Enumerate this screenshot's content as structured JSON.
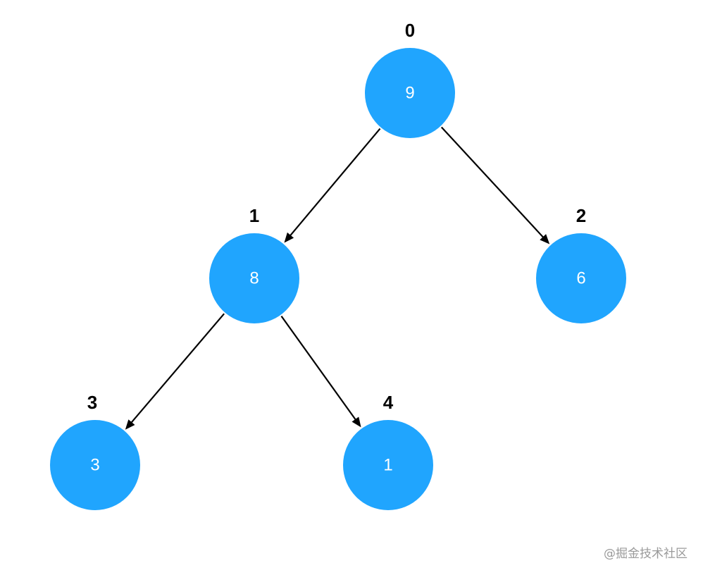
{
  "colors": {
    "node_fill": "#20a5fe",
    "node_text": "#ffffff",
    "index_text": "#000000",
    "edge": "#000000"
  },
  "tree": {
    "nodes": [
      {
        "index": "0",
        "value": "9"
      },
      {
        "index": "1",
        "value": "8"
      },
      {
        "index": "2",
        "value": "6"
      },
      {
        "index": "3",
        "value": "3"
      },
      {
        "index": "4",
        "value": "1"
      }
    ],
    "edges": [
      {
        "from": "0",
        "to": "1"
      },
      {
        "from": "0",
        "to": "2"
      },
      {
        "from": "1",
        "to": "3"
      },
      {
        "from": "1",
        "to": "4"
      }
    ]
  },
  "watermark": "@掘金技术社区"
}
